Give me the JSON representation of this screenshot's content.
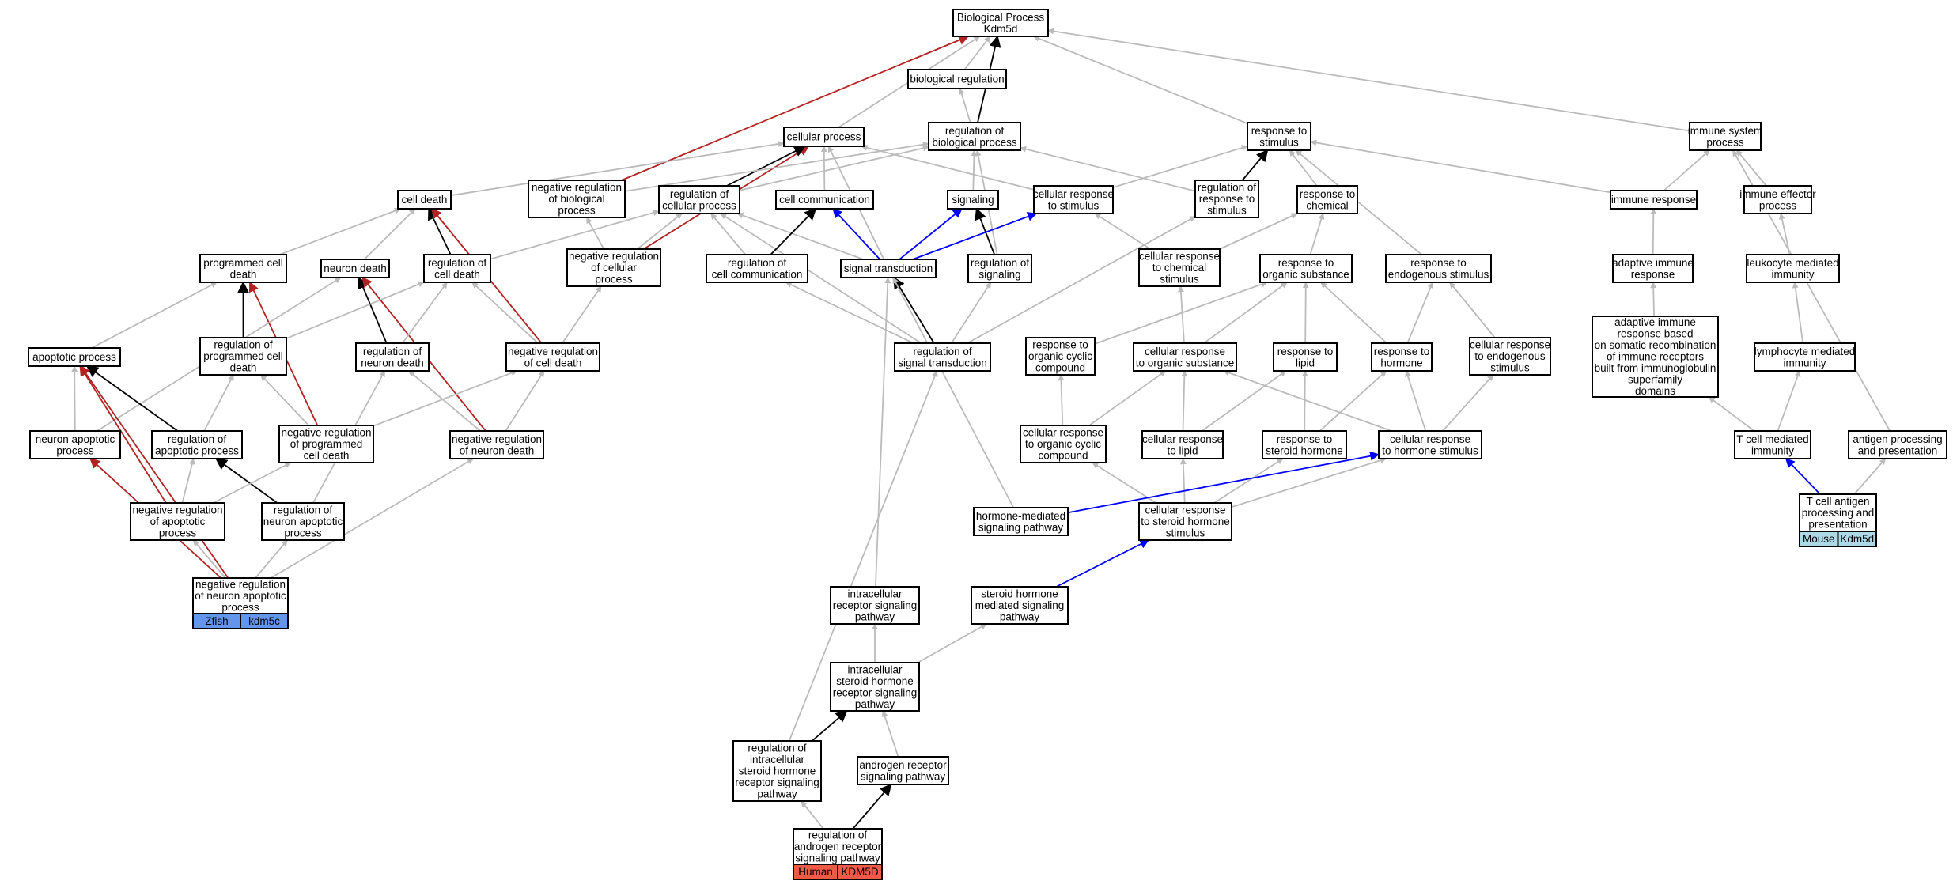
{
  "colors": {
    "gray": "#bbbbbb",
    "black": "#000000",
    "blue": "#0000ff",
    "red": "#b22222",
    "zfish": "#6495ed",
    "human": "#f05a46",
    "mouse": "#add8e6"
  },
  "nodes": {
    "bp": [
      "Biological Process",
      "Kdm5d"
    ],
    "breg": [
      "biological regulation"
    ],
    "cproc": [
      "cellular process"
    ],
    "regbp": [
      "regulation of",
      "biological process"
    ],
    "resp": [
      "response to",
      "stimulus"
    ],
    "imsys": [
      "immune system",
      "process"
    ],
    "celldeath": [
      "cell death"
    ],
    "negregbp": [
      "negative regulation",
      "of biological",
      "process"
    ],
    "regcp": [
      "regulation of",
      "cellular process"
    ],
    "ccomm": [
      "cell communication"
    ],
    "signaling": [
      "signaling"
    ],
    "crstim": [
      "cellular response",
      "to stimulus"
    ],
    "regrespstim": [
      "regulation of",
      "response to",
      "stimulus"
    ],
    "respchem": [
      "response to",
      "chemical"
    ],
    "imresp": [
      "immune response"
    ],
    "imeff": [
      "immune effector",
      "process"
    ],
    "pcd": [
      "programmed cell",
      "death"
    ],
    "neurondeath": [
      "neuron death"
    ],
    "regcd": [
      "regulation of",
      "cell death"
    ],
    "negregcp": [
      "negative regulation",
      "of cellular",
      "process"
    ],
    "regccomm": [
      "regulation of",
      "cell communication"
    ],
    "sigtrans": [
      "signal transduction"
    ],
    "regsig": [
      "regulation of",
      "signaling"
    ],
    "crchem": [
      "cellular response",
      "to chemical",
      "stimulus"
    ],
    "resporg": [
      "response to",
      "organic substance"
    ],
    "respendo": [
      "response to",
      "endogenous stimulus"
    ],
    "adaptim": [
      "adaptive immune",
      "response"
    ],
    "leukim": [
      "leukocyte mediated",
      "immunity"
    ],
    "apop": [
      "apoptotic process"
    ],
    "regpcd": [
      "regulation of",
      "programmed cell",
      "death"
    ],
    "regnd": [
      "regulation of",
      "neuron death"
    ],
    "negregcd": [
      "negative regulation",
      "of cell death"
    ],
    "regst": [
      "regulation of",
      "signal transduction"
    ],
    "respocc": [
      "response to",
      "organic cyclic",
      "compound"
    ],
    "crorg": [
      "cellular response",
      "to organic substance"
    ],
    "resplipid": [
      "response to",
      "lipid"
    ],
    "resphorm": [
      "response to",
      "hormone"
    ],
    "crendo": [
      "cellular response",
      "to endogenous",
      "stimulus"
    ],
    "adaptsom": [
      "adaptive immune",
      "response based",
      "on somatic recombination",
      "of immune receptors",
      "built from immunoglobulin",
      "superfamily",
      "domains"
    ],
    "lymph": [
      "lymphocyte mediated",
      "immunity"
    ],
    "nap": [
      "neuron apoptotic",
      "process"
    ],
    "regap": [
      "regulation of",
      "apoptotic process"
    ],
    "negregpcd": [
      "negative regulation",
      "of programmed",
      "cell death"
    ],
    "negregnd": [
      "negative regulation",
      "of neuron death"
    ],
    "crocc": [
      "cellular response",
      "to organic cyclic",
      "compound"
    ],
    "crlipid": [
      "cellular response",
      "to lipid"
    ],
    "respster": [
      "response to",
      "steroid hormone"
    ],
    "crhorm": [
      "cellular response",
      "to hormone stimulus"
    ],
    "tcell": [
      "T cell mediated",
      "immunity"
    ],
    "antigen": [
      "antigen processing",
      "and presentation"
    ],
    "negregap": [
      "negative regulation",
      "of apoptotic",
      "process"
    ],
    "regnap": [
      "regulation of",
      "neuron apoptotic",
      "process"
    ],
    "hormsig": [
      "hormone-mediated",
      "signaling pathway"
    ],
    "crster": [
      "cellular response",
      "to steroid hormone",
      "stimulus"
    ],
    "tcellag": [
      "T cell antigen",
      "processing and",
      "presentation"
    ],
    "negregnap": [
      "negative regulation",
      "of neuron apoptotic",
      "process"
    ],
    "intracell": [
      "intracellular",
      "receptor signaling",
      "pathway"
    ],
    "sterhorm": [
      "steroid hormone",
      "mediated signaling",
      "pathway"
    ],
    "intraster": [
      "intracellular",
      "steroid hormone",
      "receptor signaling",
      "pathway"
    ],
    "regintraster": [
      "regulation of",
      "intracellular",
      "steroid hormone",
      "receptor signaling",
      "pathway"
    ],
    "androgen": [
      "androgen receptor",
      "signaling pathway"
    ],
    "regandrogen": [
      "regulation of",
      "androgen receptor",
      "signaling pathway"
    ]
  },
  "tags": {
    "negregnap": [
      "Zfish",
      "kdm5c"
    ],
    "regandrogen": [
      "Human",
      "KDM5D"
    ],
    "tcellag": [
      "Mouse",
      "Kdm5d"
    ]
  }
}
